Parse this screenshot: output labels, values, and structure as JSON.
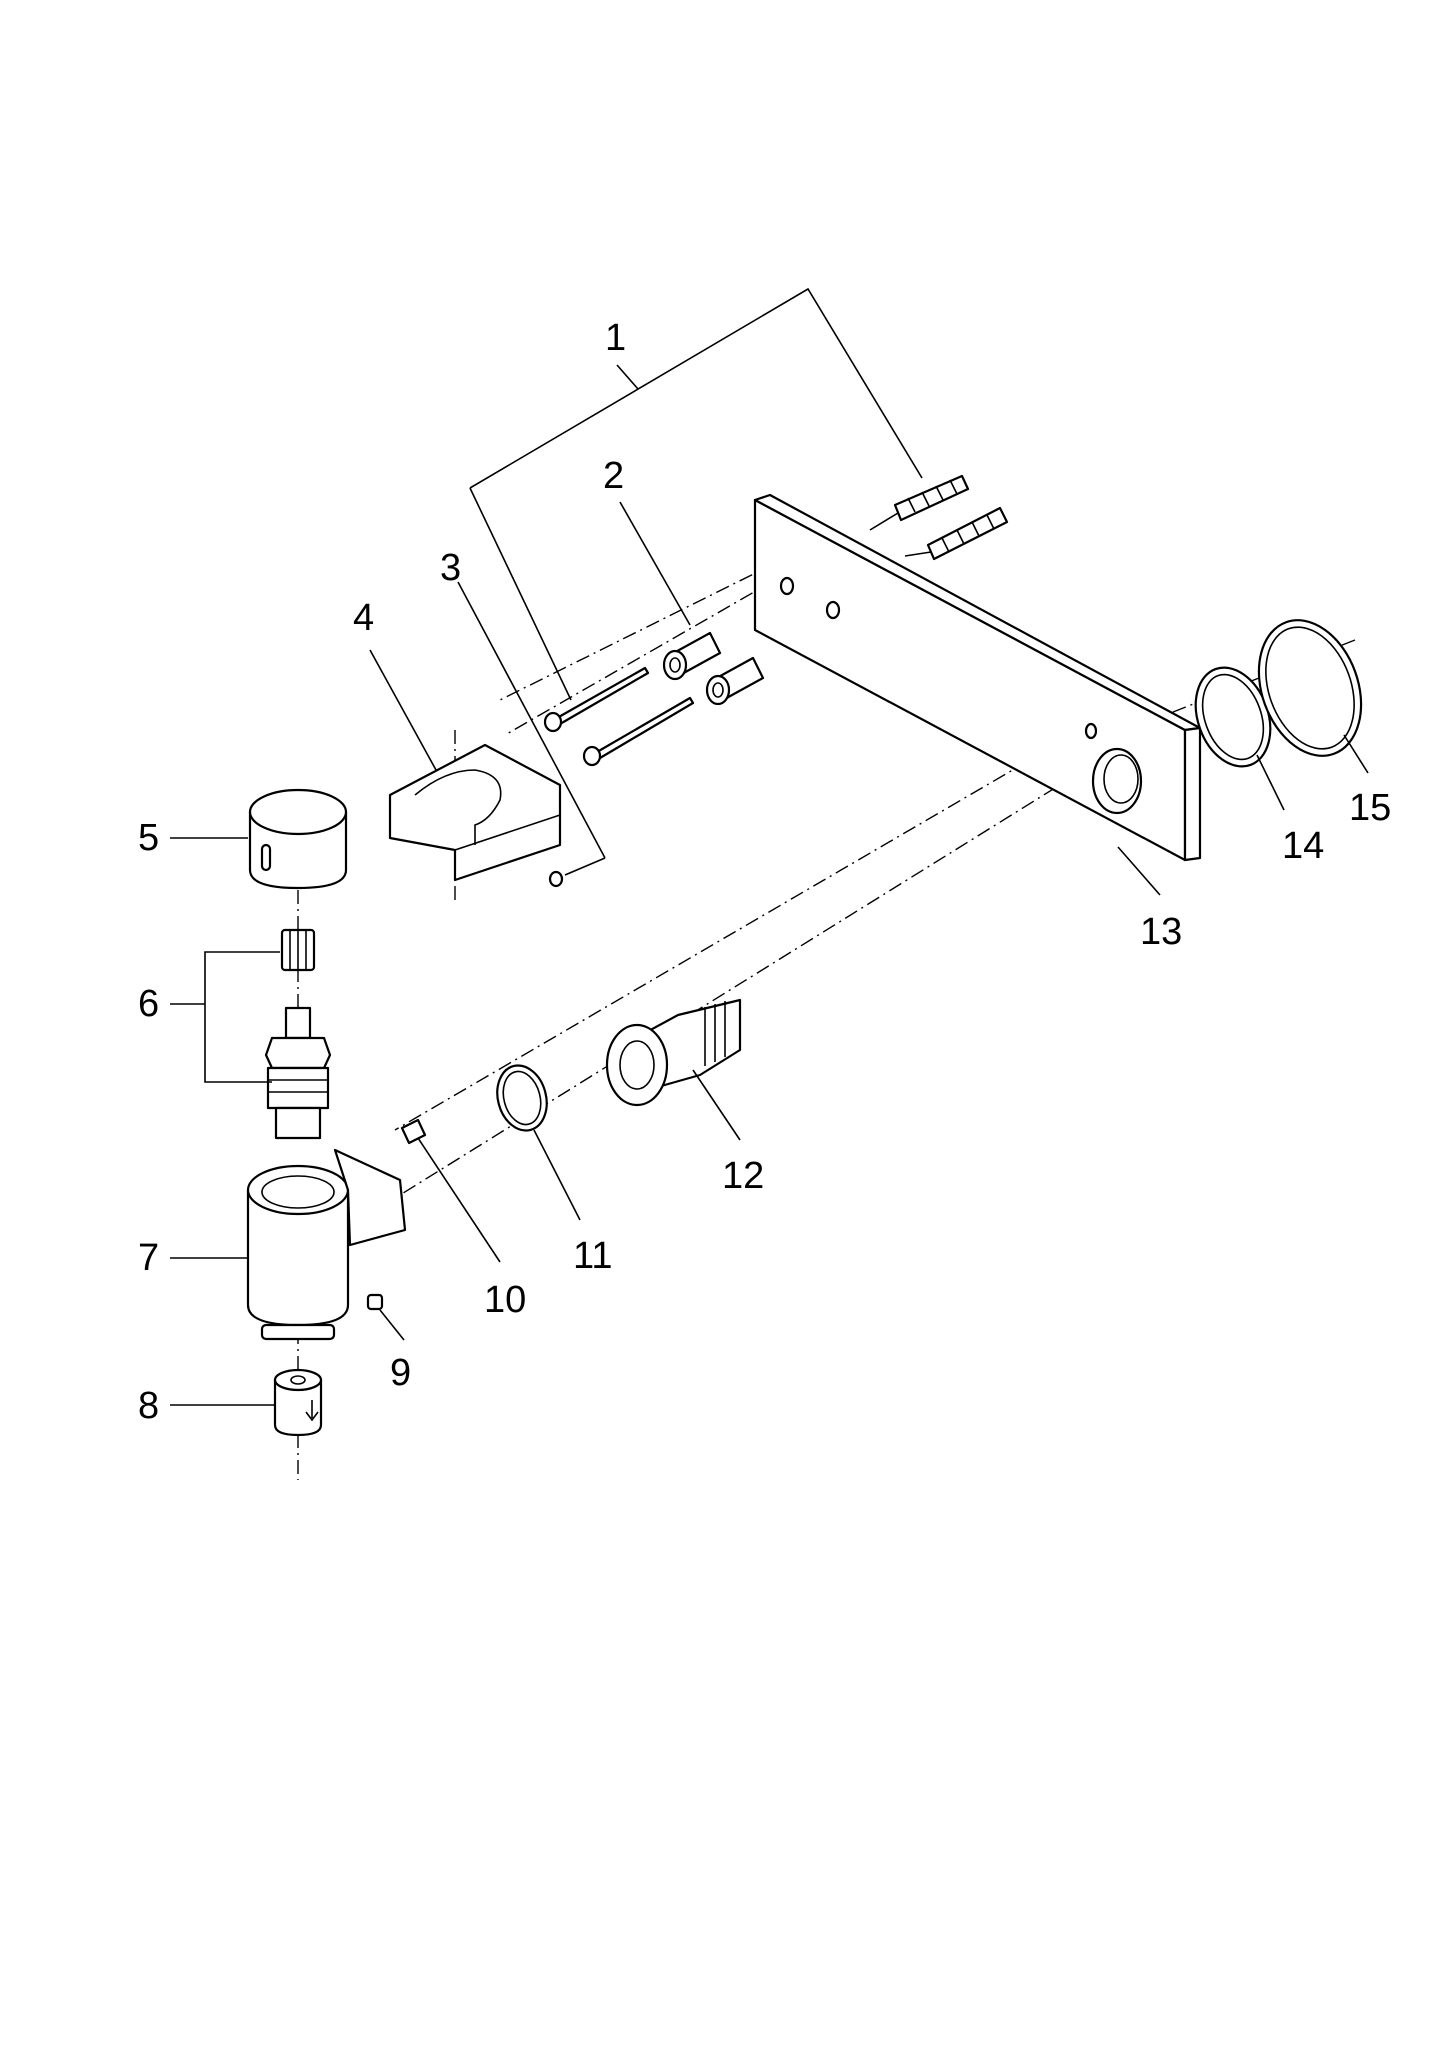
{
  "callouts": [
    {
      "id": "1",
      "label": "1"
    },
    {
      "id": "2",
      "label": "2"
    },
    {
      "id": "3",
      "label": "3"
    },
    {
      "id": "4",
      "label": "4"
    },
    {
      "id": "5",
      "label": "5"
    },
    {
      "id": "6",
      "label": "6"
    },
    {
      "id": "7",
      "label": "7"
    },
    {
      "id": "8",
      "label": "8"
    },
    {
      "id": "9",
      "label": "9"
    },
    {
      "id": "10",
      "label": "10"
    },
    {
      "id": "11",
      "label": "11"
    },
    {
      "id": "12",
      "label": "12"
    },
    {
      "id": "13",
      "label": "13"
    },
    {
      "id": "14",
      "label": "14"
    },
    {
      "id": "15",
      "label": "15"
    }
  ],
  "colors": {
    "line": "#000000",
    "background": "#ffffff"
  }
}
